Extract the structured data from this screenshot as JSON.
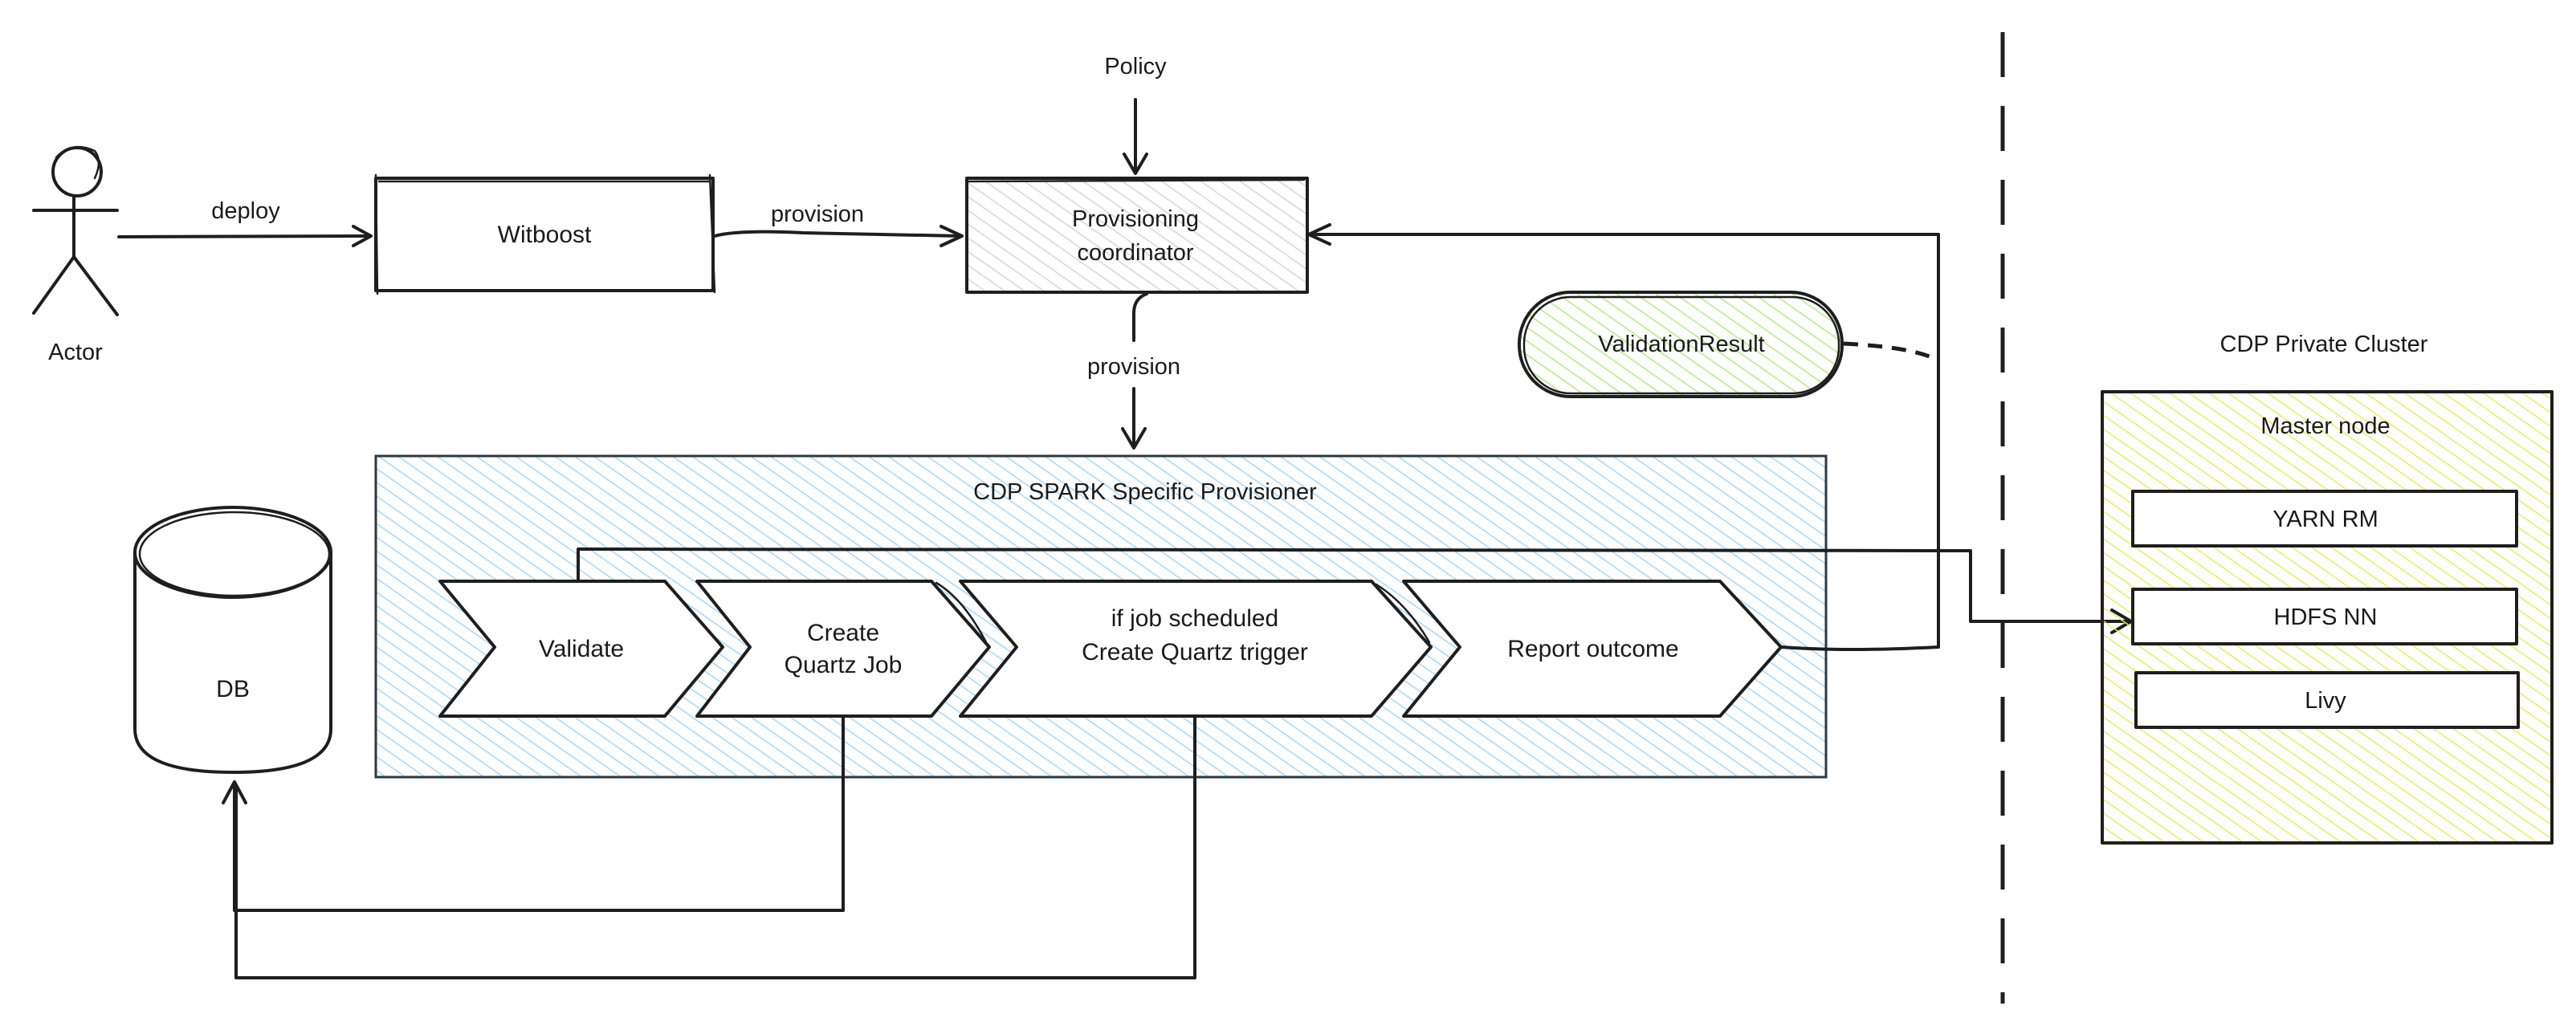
{
  "colors": {
    "ink": "#1e1e1e",
    "blue_hatch": "#a5d8ff",
    "yellow_hatch": "#e6ef62",
    "green_hatch": "#b2f2bb",
    "gray_hatch": "#d0d0d0"
  },
  "labels": {
    "actor": "Actor",
    "deploy": "deploy",
    "witboost": "Witboost",
    "provision_top": "provision",
    "policy": "Policy",
    "coordinator_line1": "Provisioning",
    "coordinator_line2": "coordinator",
    "provision_down": "provision",
    "validation_result": "ValidationResult",
    "provisioner_title": "CDP SPARK Specific Provisioner",
    "step_validate": "Validate",
    "step_create_line1": "Create",
    "step_create_line2": "Quartz Job",
    "step_trigger_line1": "if job scheduled",
    "step_trigger_line2": "Create Quartz trigger",
    "step_report": "Report outcome",
    "db": "DB",
    "cluster_title": "CDP Private Cluster",
    "master_node": "Master node",
    "yarn": "YARN RM",
    "hdfs": "HDFS NN",
    "livy": "Livy"
  }
}
